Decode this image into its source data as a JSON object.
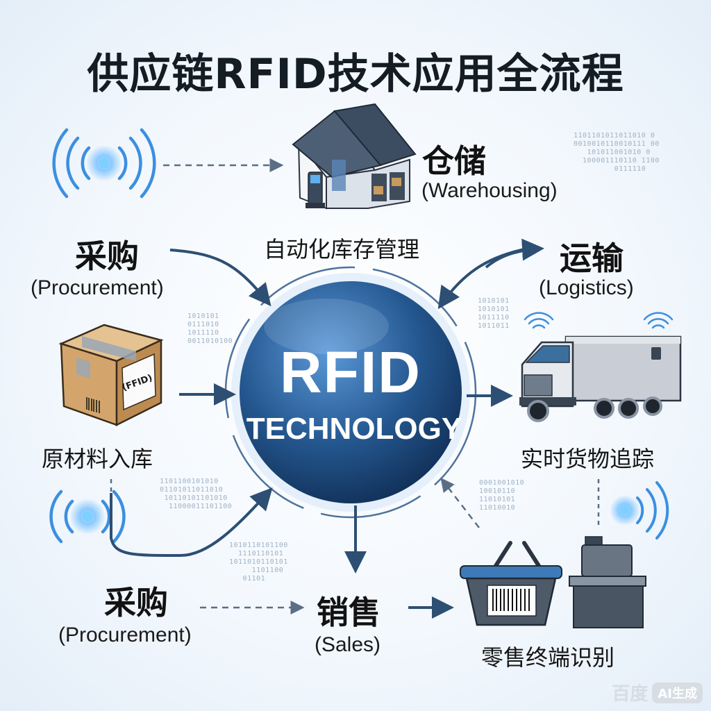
{
  "title": "供应链RFID技术应用全流程",
  "center": {
    "line1": "RFID",
    "line2": "TECHNOLOGY"
  },
  "nodes": {
    "warehousing": {
      "label_zh": "仓储",
      "label_en": "(Warehousing)",
      "caption": "自动化库存管理"
    },
    "procurement_top": {
      "label_zh": "采购",
      "label_en": "(Procurement)"
    },
    "raw_materials": {
      "caption": "原材料入库",
      "box_tag": "(FFID)"
    },
    "logistics": {
      "label_zh": "运输",
      "label_en": "(Logistics)",
      "caption": "实时货物追踪"
    },
    "procurement_bottom": {
      "label_zh": "采购",
      "label_en": "(Procurement)"
    },
    "sales": {
      "label_zh": "销售",
      "label_en": "(Sales)"
    },
    "retail": {
      "caption": "零售终端识别"
    }
  },
  "binary_blocks": [
    "1101101011011010 0\n0010010110010111 00\n   101011001010 0\n  100001110110 1100\n         0111110",
    "1010101\n0111010\n1011110\n0011010100",
    "1010101\n1010101\n1011110\n1011011",
    "1101100101010\n01101011011010\n 10110101101010\n  11000011101100",
    "1010110101100\n  1110110101\n1011010110101\n     1101100\n   01101",
    "0001001010\n10010110\n11010101\n11010010"
  ],
  "watermark": {
    "brand": "百度",
    "badge": "AI生成"
  },
  "colors": {
    "arrow": "#2d4f73",
    "dashed": "#5a6e84",
    "center_dark": "#0f2c52",
    "center_light": "#3a78c2",
    "signal": "#3b8fe0"
  }
}
